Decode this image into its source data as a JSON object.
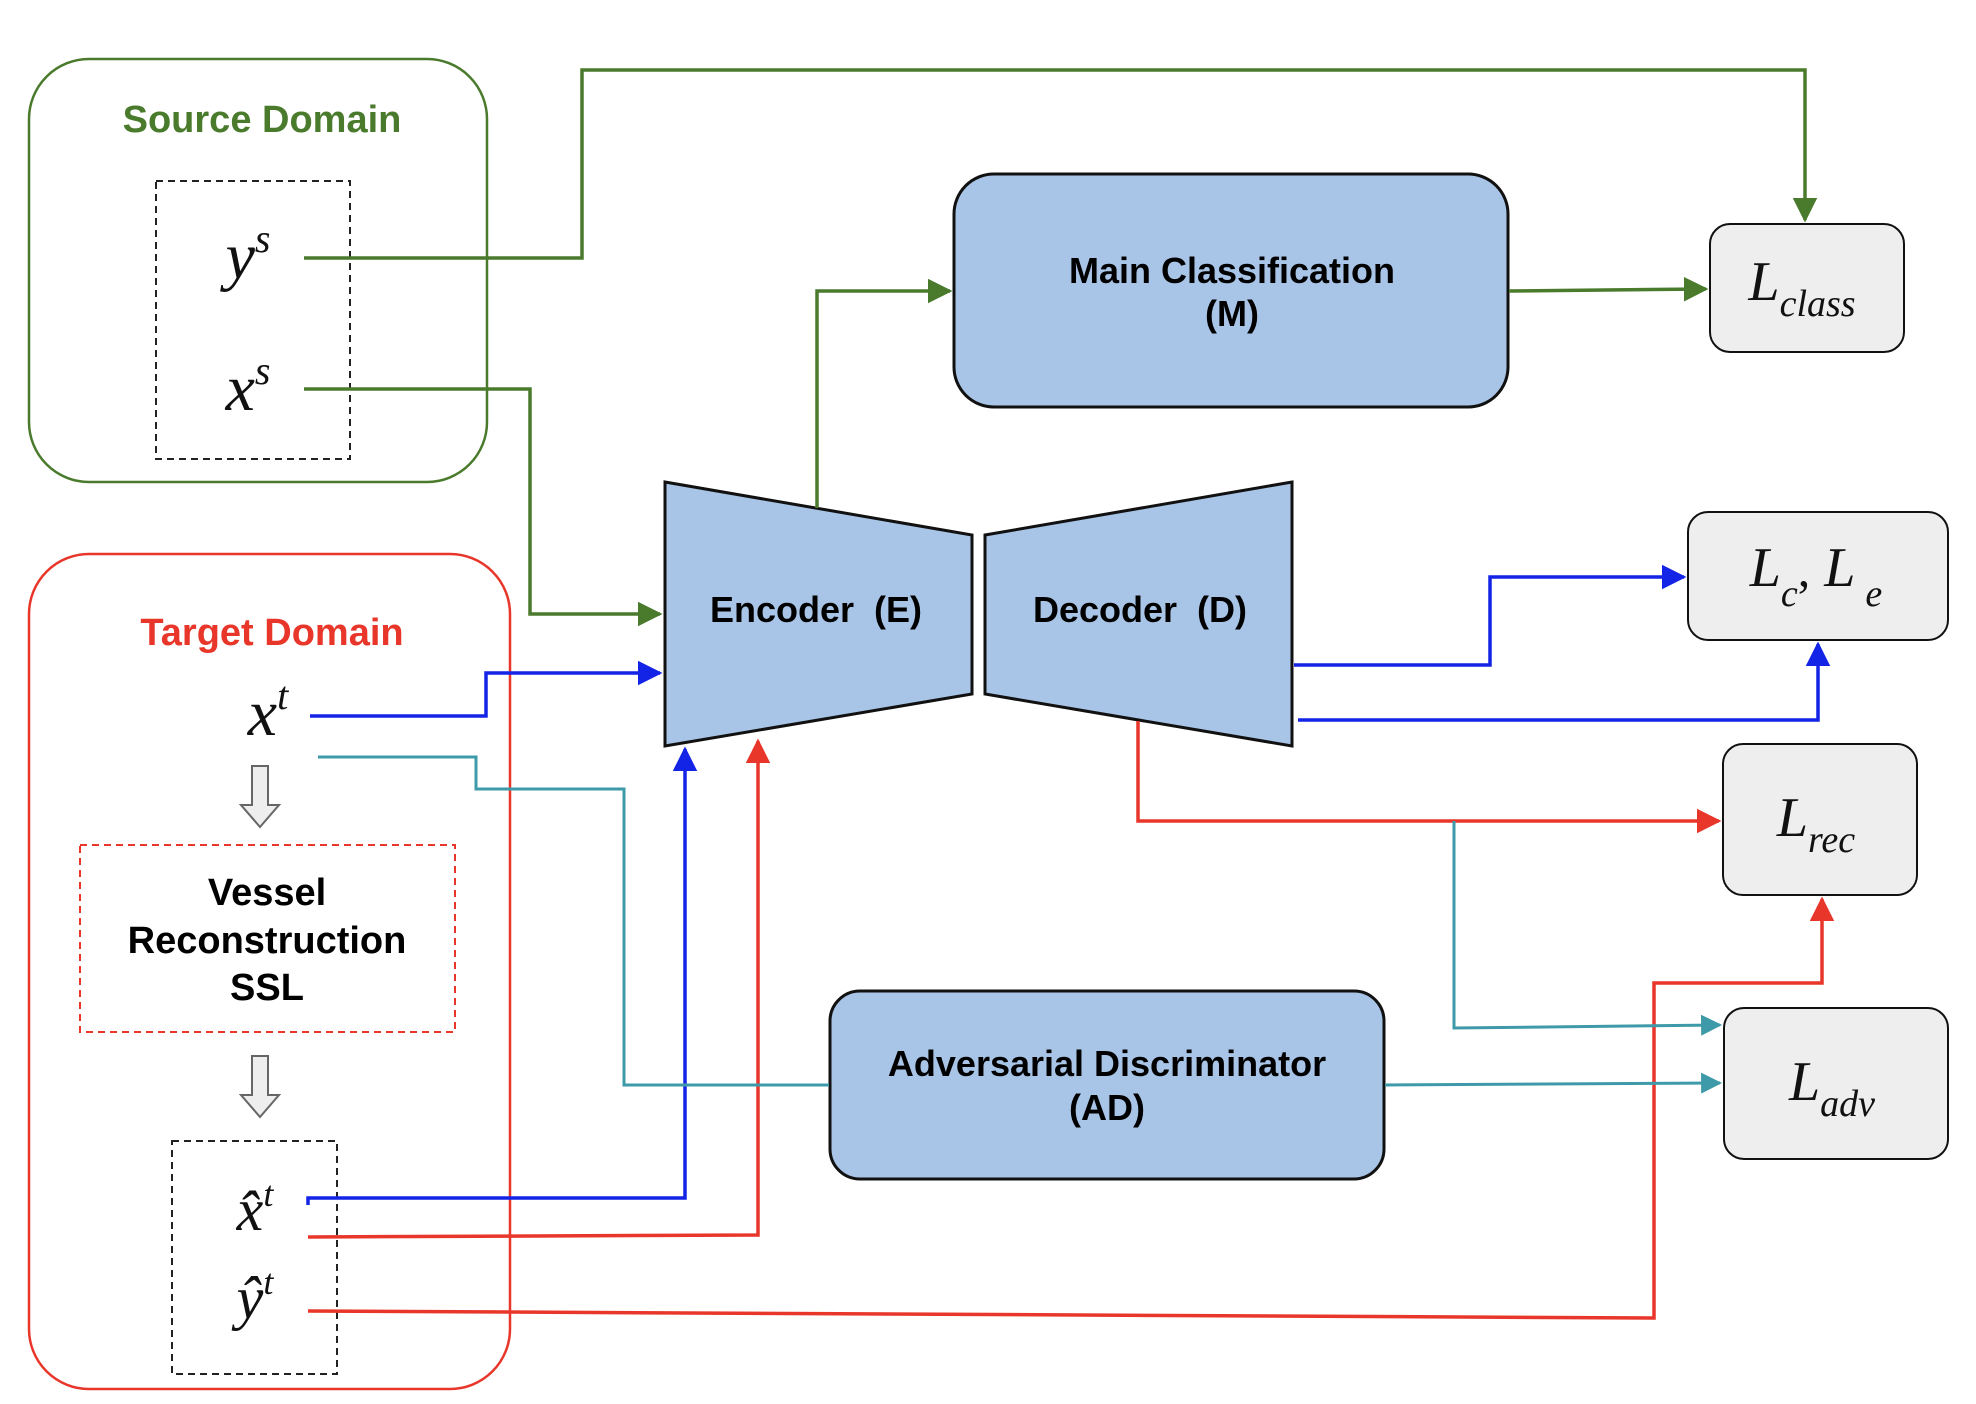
{
  "colors": {
    "source": "#4a7a2c",
    "target": "#e8372a",
    "blue": "#1424e6",
    "teal": "#3e9aa8",
    "module_fill": "#a8c4e6",
    "loss_fill": "#eeeeee"
  },
  "source_domain": {
    "title": "Source Domain",
    "y_var": "y",
    "y_sup": "s",
    "x_var": "x",
    "x_sup": "s"
  },
  "target_domain": {
    "title": "Target Domain",
    "x_var": "x",
    "x_sup": "t",
    "ssl_box": [
      "Vessel",
      "Reconstruction",
      "SSL"
    ],
    "xhat_var": "x̂",
    "xhat_sup": "t",
    "yhat_var": "ŷ",
    "yhat_sup": "t"
  },
  "modules": {
    "main_classification": [
      "Main Classification",
      "(M)"
    ],
    "encoder": "Encoder  (E)",
    "decoder": "Decoder  (D)",
    "adversarial": [
      "Adversarial Discriminator",
      "(AD)"
    ]
  },
  "losses": {
    "class": {
      "main": "L",
      "sub": "class"
    },
    "ce": {
      "main1": "L",
      "sub1": "c",
      "sep": ",",
      "main2": "L",
      "sub2": "e"
    },
    "rec": {
      "main": "L",
      "sub": "rec"
    },
    "adv": {
      "main": "L",
      "sub": "adv"
    }
  },
  "icons": {
    "down_arrow": "hollow-down-arrow-icon"
  }
}
